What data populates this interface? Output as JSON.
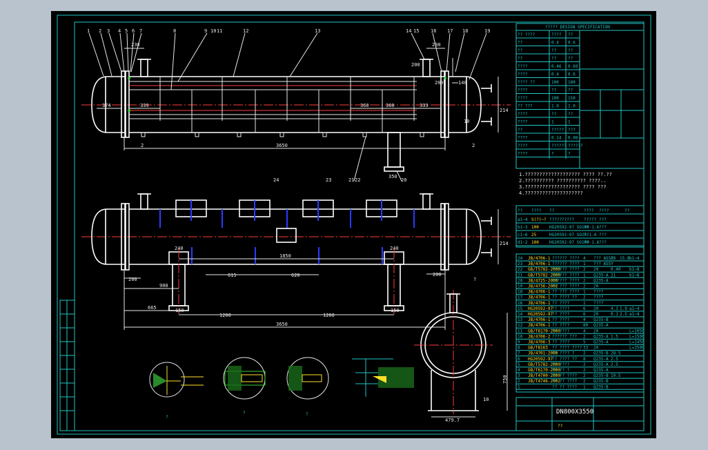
{
  "drawing": {
    "colors": {
      "background": "#b9c3cd",
      "sheet": "#000000",
      "outline": "#e8e8e8",
      "centerline": "#ff3b3b",
      "frame": "#21c6c6",
      "baffle": "#2b3bff",
      "highlight": "#ffe12a",
      "weld": "#3ad13a"
    },
    "balloons": [
      "1",
      "2",
      "3",
      "4",
      "5",
      "6",
      "7",
      "8",
      "9",
      "10",
      "11",
      "12",
      "13",
      "14",
      "15",
      "16",
      "17",
      "18",
      "19",
      "20",
      "21",
      "22",
      "23",
      "24"
    ],
    "front_view": {
      "dim_overall": "3650",
      "dim_head": "374",
      "dim_339_left": "339",
      "dim_339_right": "339",
      "dim_360a": "360",
      "dim_360b": "360",
      "dim_230_left": "230",
      "dim_230_right": "230",
      "dim_support_height": "350",
      "dim_ring": "214",
      "dim_nozzle": "200",
      "dim_nozzle_right": "200",
      "dim_140": "140",
      "dim_10": "10"
    },
    "plan_view": {
      "dim_overall": "3650",
      "dim_1850": "1850",
      "dim_615": "615",
      "dim_620": "620",
      "dim_900": "900",
      "dim_665": "665",
      "dim_1200a": "1200",
      "dim_1200b": "1200",
      "dim_200_left": "200",
      "dim_200_right": "200",
      "dim_240_left": "240",
      "dim_240_right": "240",
      "dim_150_left": "150",
      "dim_150_right": "150",
      "dim_ring": "214",
      "view_mark": "?"
    },
    "end_view": {
      "dim_width": "479.7",
      "dim_height": "750",
      "dim_10": "10"
    },
    "details": [
      "?",
      "?",
      "?"
    ],
    "title_block": {
      "model": "DN800X3550",
      "drawing_no": "??"
    },
    "notes": [
      "1.??????????????????? ???? ??.??",
      "2.?????????? ?????????? ????..",
      "3.??????????????????? ???? ???",
      "4.????????????????????"
    ],
    "spec_header": "????? DESIGN SPECIFICATION",
    "nozzle_table_header": [
      "??",
      "????",
      "??",
      "????",
      "????",
      "??"
    ],
    "nozzle_rows": [
      [
        "a1~4",
        "S(?)~?",
        "??????????",
        "?????",
        "???"
      ],
      [
        "b1~3",
        "100",
        "HG20592-97 SO100-1.6",
        "??",
        "???"
      ],
      [
        "c1~6",
        "25",
        "HG20592-97 SO25-1.6",
        "??",
        "???"
      ],
      [
        "d1~2",
        "100",
        "HG20592-97 SO100-1.6",
        "??",
        "???"
      ]
    ],
    "parts_rows": [
      [
        "24",
        "JB/4706-1",
        "?????? ????",
        "4",
        "??? ASSY",
        "28",
        "15.8",
        "b1~4"
      ],
      [
        "23",
        "JB/4706-1",
        "?????? ????",
        "1",
        "??? ASSY",
        "",
        "",
        ""
      ],
      [
        "22",
        "GB/T5782-2000",
        "?????? ????",
        "2",
        "20",
        "0.40",
        "",
        "b1~8"
      ],
      [
        "21",
        "GB/T5782-2000",
        "?????? ????",
        "1",
        "Q235-A",
        "21",
        "",
        "b1~8"
      ],
      [
        "20",
        "JB/4725-2000",
        "?????? ????",
        "2",
        "Q235-A",
        "",
        "",
        ""
      ],
      [
        "19",
        "JB/4736-2002",
        "?? ??? ????",
        "2",
        "20",
        "",
        "",
        ""
      ],
      [
        "18",
        "JB/4706-1",
        "?? ??? ????",
        "1",
        "????",
        "",
        "",
        ""
      ],
      [
        "17",
        "JB/4706-1",
        "?? ???? ??",
        "2",
        "????",
        "",
        "",
        ""
      ],
      [
        "16",
        "JB/4706-1",
        "?? ????",
        "1",
        "????",
        "",
        "",
        ""
      ],
      [
        "15",
        "HG20592-97",
        "?? ????",
        "6",
        "20",
        "4.3",
        "1.9",
        "a1~4"
      ],
      [
        "14",
        "HG20592-97",
        "?? ????",
        "6",
        "20",
        "0.1",
        "2.5",
        "a1~4"
      ],
      [
        "13",
        "JB/4706-1",
        "?? ????",
        "4",
        "Q235-B",
        "",
        "",
        ""
      ],
      [
        "12",
        "JB/4706-1",
        "?? ????",
        "80",
        "Q235-A",
        "",
        "",
        ""
      ],
      [
        "11",
        "GB/T6170-2000",
        "?? ????",
        "4",
        "20",
        "",
        "",
        "L=1050"
      ],
      [
        "10",
        "JB/4706-2",
        "?????? ???",
        "2",
        "Q235-A",
        "1.5",
        "",
        "L=1500"
      ],
      [
        "9",
        "JB/4706-3",
        "?? ????",
        "5",
        "Q235-A",
        "",
        "",
        "L=1450"
      ],
      [
        "8",
        "GB/T8163",
        "?? ???? ????",
        "33",
        "20",
        "",
        "",
        "L=3500"
      ],
      [
        "7",
        "JB/4701-2000",
        "?? ???? ?",
        "2",
        "Q235-B",
        "28.5",
        "",
        ""
      ],
      [
        "6",
        "HG20592-97",
        "?? ???? ??",
        "8",
        "Q235-A",
        "2.5",
        "",
        ""
      ],
      [
        "5",
        "GB/T5782-2000",
        "?? ????",
        "2",
        "Q235-A",
        "2.5",
        "",
        ""
      ],
      [
        "4",
        "GB/T6170-2000",
        "?? ?? ?",
        "2",
        "Q235-A",
        "",
        "",
        ""
      ],
      [
        "3",
        "JB/T4700-2000",
        "?? ?? ????",
        "2",
        "Q235-B",
        "19.5",
        "",
        ""
      ],
      [
        "2",
        "JB/T4746-2002",
        "?? ?? ????",
        "2",
        "Q235-B",
        "",
        "",
        ""
      ],
      [
        "1",
        "",
        "?? ?? ????",
        "1",
        "Q235-B",
        "",
        "",
        ""
      ]
    ],
    "spec_rows": [
      [
        "?? ????",
        "????",
        "??"
      ],
      [
        "??",
        "0.4",
        "0.6"
      ],
      [
        "??",
        "??",
        "??"
      ],
      [
        "??",
        "??",
        "??"
      ],
      [
        "????",
        "0.46",
        "0.69"
      ],
      [
        "????",
        "0.4",
        "0.6"
      ],
      [
        "???? ??",
        "100",
        "180"
      ],
      [
        "????",
        "??",
        "??"
      ],
      [
        "????",
        "100",
        "150"
      ],
      [
        "?? ???",
        "1.0",
        "1.0"
      ],
      [
        "????",
        "??",
        "??"
      ],
      [
        "????",
        "1",
        "1"
      ],
      [
        "??",
        "?????",
        "???"
      ],
      [
        "????",
        "0.14",
        "0.08"
      ],
      [
        "????",
        "??????",
        "??????"
      ],
      [
        "????",
        "?",
        "?"
      ]
    ]
  }
}
